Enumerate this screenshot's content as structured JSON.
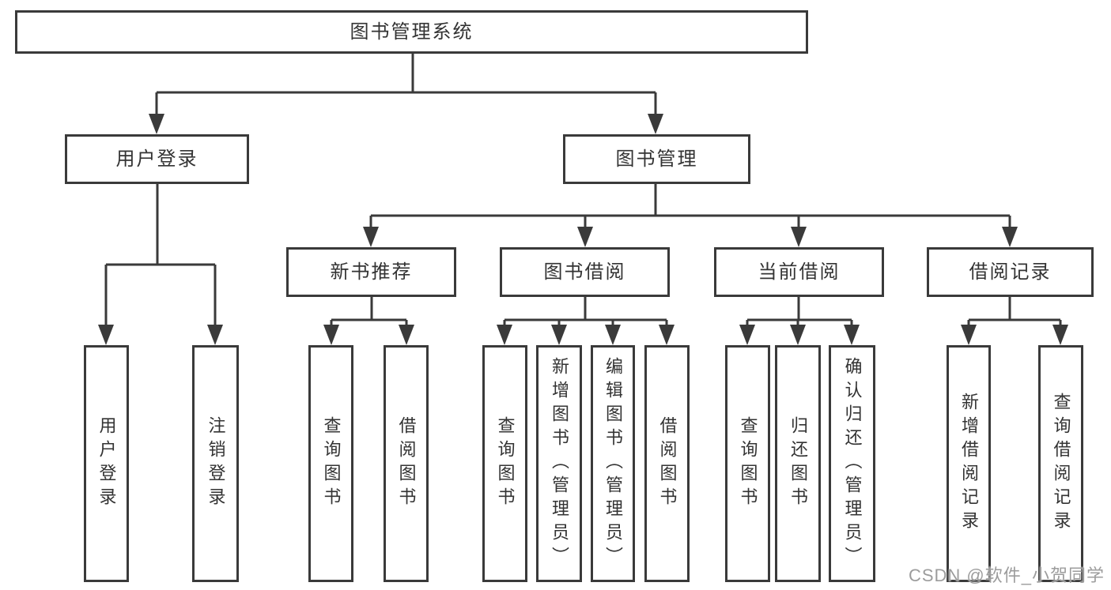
{
  "page": {
    "background": "#ffffff"
  },
  "diagram": {
    "line_color": "#3a3a3a",
    "text_color": "#333333",
    "watermark_color": "#9c9c9c",
    "nodes": {
      "root": "图书管理系统",
      "l2": [
        "用户登录",
        "图书管理"
      ],
      "l3": [
        "新书推荐",
        "图书借阅",
        "当前借阅",
        "借阅记录"
      ],
      "g1": [
        "用户登录",
        "注销登录"
      ],
      "g2": [
        "查询图书",
        "借阅图书"
      ],
      "g3": [
        "查询图书",
        "新增图书（管理员）",
        "编辑图书（管理员）",
        "借阅图书"
      ],
      "g4": [
        "查询图书",
        "归还图书",
        "确认归还（管理员）"
      ],
      "g5": [
        "新增借阅记录",
        "查询借阅记录"
      ]
    },
    "watermark": "CSDN @软件_小贺同学"
  }
}
